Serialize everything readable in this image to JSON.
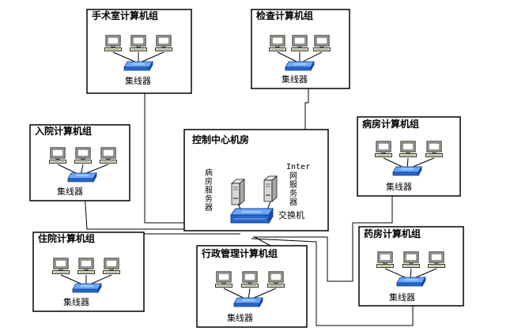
{
  "groups": [
    {
      "key": "surgery",
      "title": "手术室计算机组",
      "hub_label": "集线器"
    },
    {
      "key": "exam",
      "title": "检查计算机组",
      "hub_label": "集线器"
    },
    {
      "key": "admission",
      "title": "入院计算机组",
      "hub_label": "集线器"
    },
    {
      "key": "ward",
      "title": "病房计算机组",
      "hub_label": "集线器"
    },
    {
      "key": "inpatient",
      "title": "住院计算机组",
      "hub_label": "集线器"
    },
    {
      "key": "admin",
      "title": "行政管理计算机组",
      "hub_label": "集线器"
    },
    {
      "key": "pharmacy",
      "title": "药房计算机组",
      "hub_label": "集线器"
    }
  ],
  "control_center": {
    "title": "控制中心机房",
    "ward_server_label": "病房服务器",
    "internet_prefix": "Inter",
    "internet_suffix": "网服务器",
    "switch_label": "交换机"
  },
  "colors": {
    "hub": "#3a7fd5",
    "monitor_screen": "#ffffff",
    "server": "#d8d8d8"
  }
}
